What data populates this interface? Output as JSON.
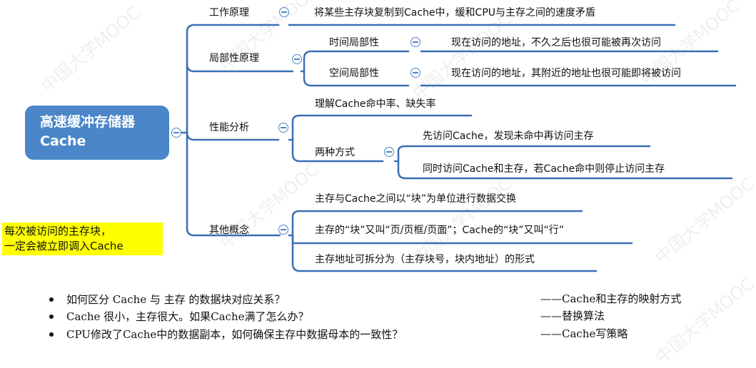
{
  "watermark": "中国大学MOOC",
  "root": {
    "line1": "高速缓冲存储器",
    "line2": "Cache"
  },
  "nodes": {
    "working_principle": "工作原理",
    "working_principle_desc": "将某些主存块复制到Cache中，缓和CPU与主存之间的速度矛盾",
    "locality": "局部性原理",
    "temporal": "时间局部性",
    "temporal_desc": "现在访问的地址，不久之后也很可能被再次访问",
    "spatial": "空间局部性",
    "spatial_desc": "现在访问的地址，其附近的地址也很可能即将被访问",
    "performance": "性能分析",
    "understand_hit": "理解Cache命中率、缺失率",
    "two_ways": "两种方式",
    "way1": "先访问Cache，发现未命中再访问主存",
    "way2": "同时访问Cache和主存，若Cache命中则停止访问主存",
    "other": "其他概念",
    "other1": "主存与Cache之间以“块”为单位进行数据交换",
    "other2": "主存的“块”又叫“页/页框/页面”；Cache的“块”又叫“行”",
    "other3": "主存地址可拆分为（主存块号，块内地址）的形式"
  },
  "note": {
    "line1": "每次被访问的主存块，",
    "line2": "一定会被立即调入Cache",
    "color": "#ffff00"
  },
  "questions": [
    {
      "q": "如何区分 Cache 与 主存 的数据块对应关系？",
      "a": "——Cache和主存的映射方式"
    },
    {
      "q": "Cache 很小，主存很大。如果Cache满了怎么办？",
      "a": "——替换算法"
    },
    {
      "q": "CPU修改了Cache中的数据副本，如何确保主存中数据母本的一致性？",
      "a": "——Cache写策略"
    }
  ],
  "colors": {
    "accent": "#4a86c8",
    "line": "#3b6fb6"
  }
}
